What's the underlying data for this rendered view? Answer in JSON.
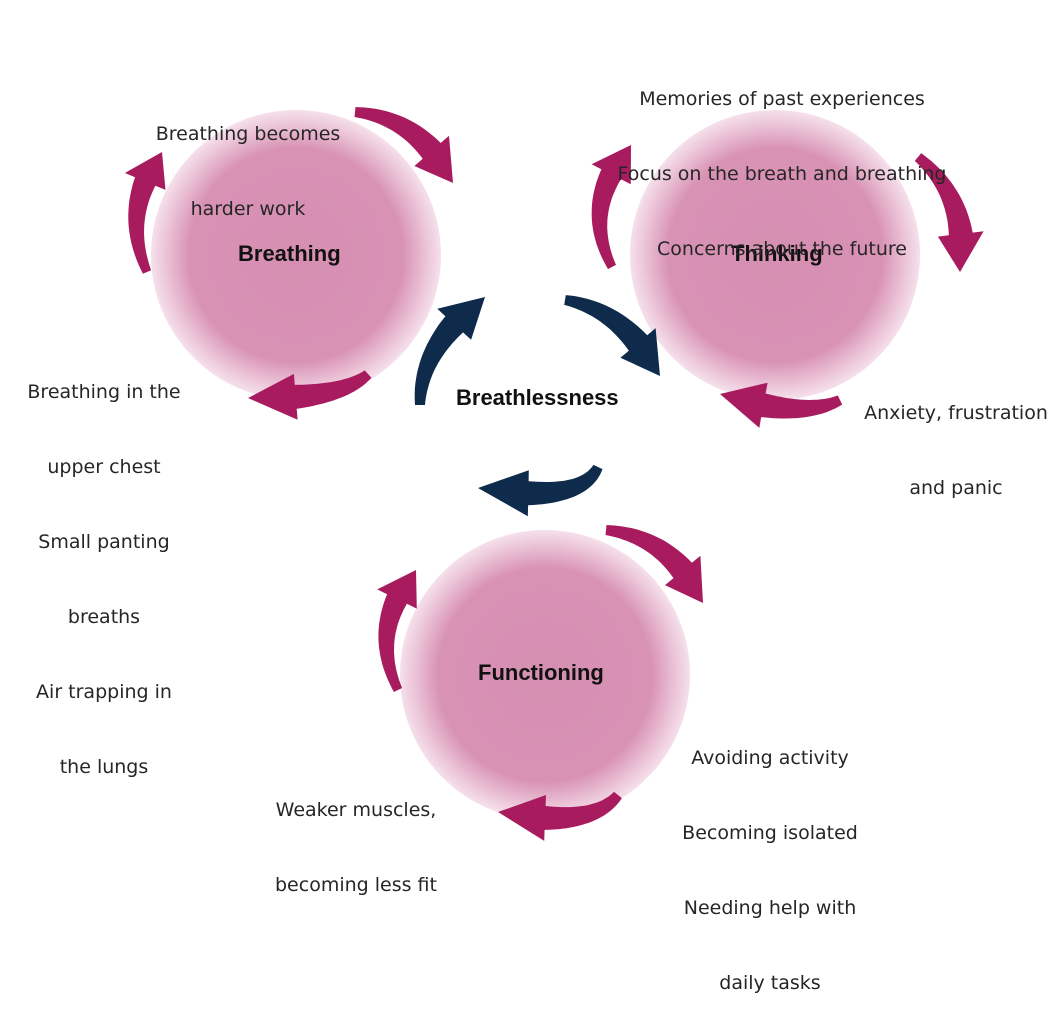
{
  "colors": {
    "cycle_arrow": "#a81b5e",
    "core_arrow": "#0e2b4c",
    "circle": "#d892b4"
  },
  "center": {
    "label": "Breathlessness"
  },
  "hubs": [
    {
      "id": "breathing",
      "label": "Breathing"
    },
    {
      "id": "thinking",
      "label": "Thinking"
    },
    {
      "id": "functioning",
      "label": "Functioning"
    }
  ],
  "notes": {
    "breathing_top": [
      "Breathing becomes",
      "harder work"
    ],
    "breathing_left": [
      "Breathing in the",
      "upper chest",
      "Small panting",
      "breaths",
      "Air trapping in",
      "the lungs"
    ],
    "thinking_top": [
      "Memories of past experiences",
      "Focus on the breath and breathing",
      "Concerns about the future"
    ],
    "thinking_right": [
      "Anxiety, frustration",
      "and panic"
    ],
    "functioning_right": [
      "Avoiding activity",
      "Becoming isolated",
      "Needing help with",
      "daily tasks"
    ],
    "functioning_left": [
      "Weaker muscles,",
      "becoming less fit"
    ]
  }
}
